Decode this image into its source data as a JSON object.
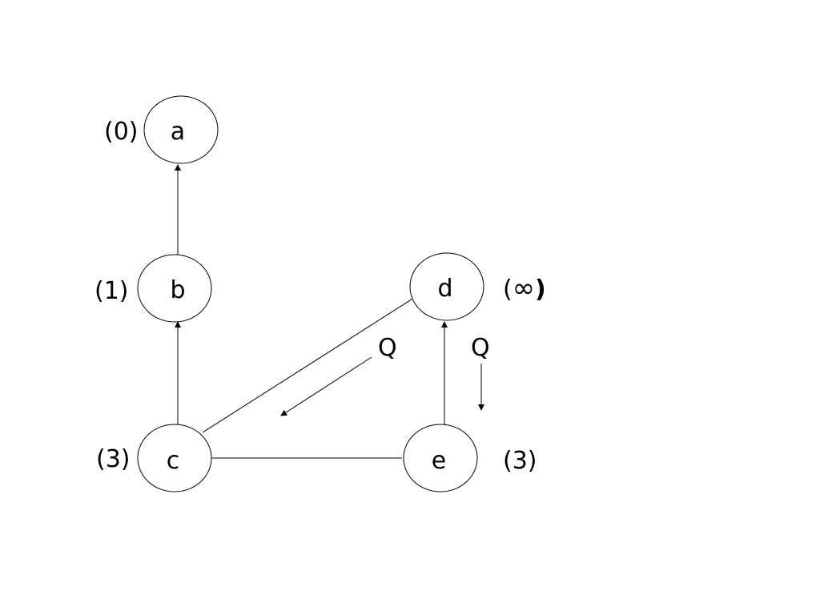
{
  "nodes": {
    "a": {
      "label": "a",
      "distance": "(0)"
    },
    "b": {
      "label": "b",
      "distance": "(1)"
    },
    "c": {
      "label": "c",
      "distance": "(3)"
    },
    "d": {
      "label": "d",
      "distance_open": "(",
      "distance_value": "∞",
      "distance_close": ")"
    },
    "e": {
      "label": "e",
      "distance": "(3)"
    }
  },
  "edges": [
    {
      "from": "b",
      "to": "a",
      "directed": true
    },
    {
      "from": "c",
      "to": "b",
      "directed": true
    },
    {
      "from": "e",
      "to": "d",
      "directed": true
    },
    {
      "from": "c",
      "to": "d",
      "directed": false
    },
    {
      "from": "c",
      "to": "e",
      "directed": false
    }
  ],
  "annotations": {
    "q_left": "Q",
    "q_right": "Q"
  },
  "colors": {
    "stroke": "#000000",
    "background": "#ffffff"
  }
}
